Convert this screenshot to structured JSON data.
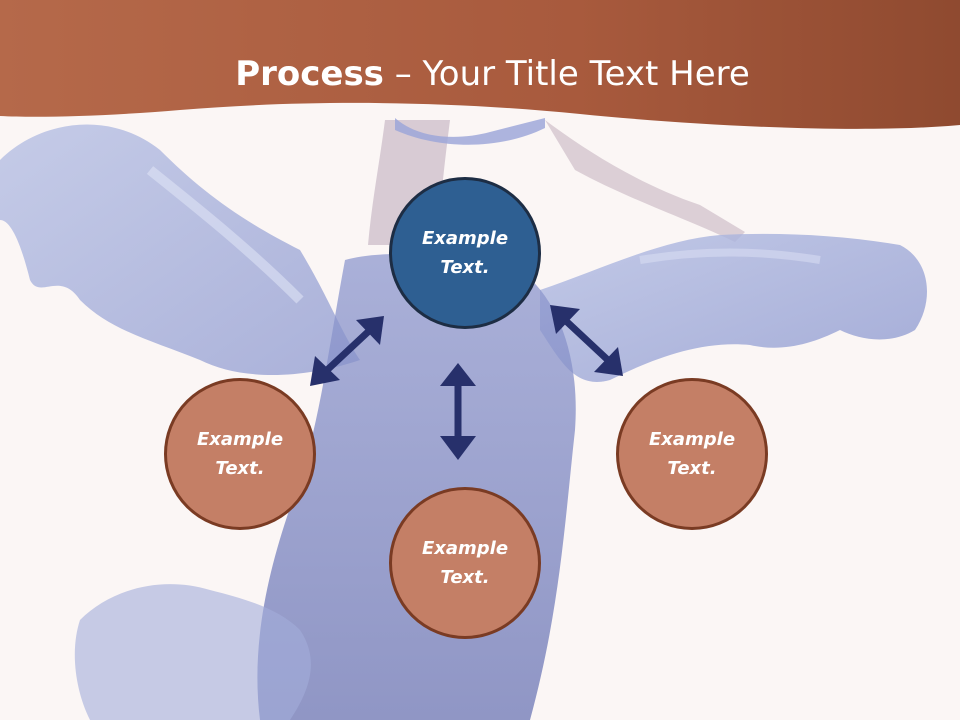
{
  "title": {
    "bold": "Process",
    "rest": " – Your Title Text Here"
  },
  "nodes": {
    "top": "Example Text.",
    "left": "Example Text.",
    "bottom": "Example Text.",
    "right": "Example Text."
  },
  "colors": {
    "header": "#a85a3d",
    "node_primary": "#2e5f92",
    "node_secondary": "#c47f66",
    "arrow": "#27306b"
  }
}
